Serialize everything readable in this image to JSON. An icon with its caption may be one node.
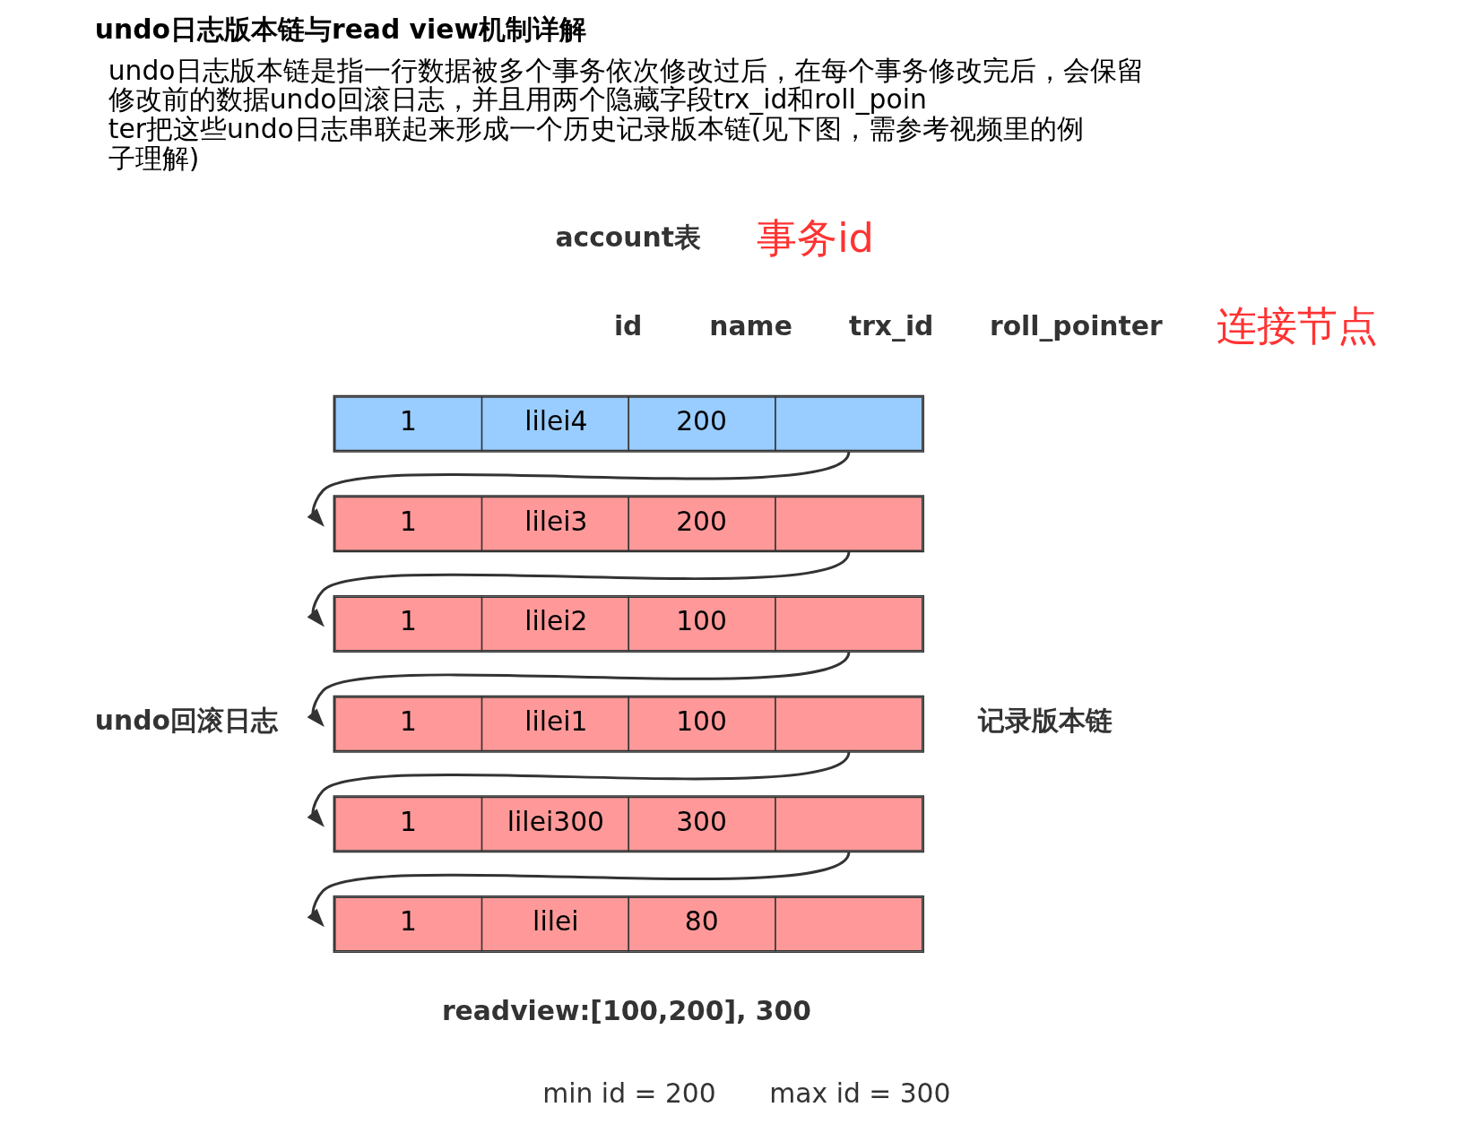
{
  "diagram": {
    "title": "undo日志版本链与read view机制详解",
    "nodes": [
      {
        "text": [
          "1",
          "lilei4",
          "200"
        ]
      },
      {
        "text": [
          "1",
          "lilei3",
          "200"
        ]
      },
      {
        "text": [
          "1",
          "lilei2",
          "100"
        ]
      },
      {
        "text": [
          "1",
          "lilei1",
          "100"
        ]
      },
      {
        "text": [
          "1",
          "lilei300",
          "300"
        ]
      },
      {
        "text": [
          "1",
          "lilei",
          "80"
        ]
      }
    ],
    "edges": [
      {
        "from": 0,
        "to": 1,
        "arrow": "to"
      },
      {
        "from": 1,
        "to": 2,
        "arrow": "to"
      },
      {
        "from": 2,
        "to": 3,
        "arrow": "to"
      },
      {
        "from": 3,
        "to": 4,
        "arrow": "to"
      },
      {
        "from": 4,
        "to": 5,
        "arrow": "to"
      }
    ],
    "labels": [
      "undo日志版本链是指一行数据被多个事务依次修改过后，在每个事务修改完后，会保留修改前的数据undo回滚日志，并且用两个隐藏字段trx_id和roll_pointer把这些undo日志串联起来形成一个历史记录版本链(见下图，需参考视频里的例子理解)",
      "account表",
      "事务id",
      "id",
      "name",
      "trx_id",
      "roll_pointer",
      "连接节点",
      "undo回滚日志",
      "记录版本链",
      "readview:[100,200], 300",
      "min id = 200",
      "max id = 300"
    ]
  }
}
